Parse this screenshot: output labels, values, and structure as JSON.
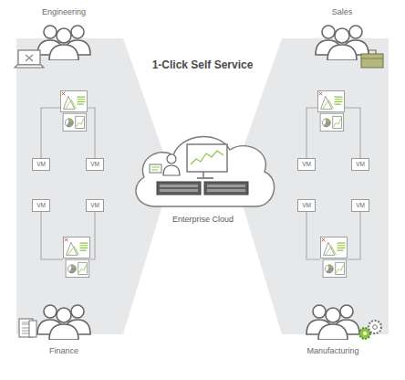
{
  "diagram": {
    "title": "1-Click Self Service",
    "nodes": [
      {
        "text": [
          "Engineering"
        ]
      },
      {
        "text": [
          "Sales"
        ]
      },
      {
        "text": [
          "VM"
        ]
      },
      {
        "text": [
          "VM"
        ]
      },
      {
        "text": [
          "VM"
        ]
      },
      {
        "text": [
          "VM"
        ]
      },
      {
        "text": [
          "Enterprise Cloud"
        ]
      },
      {
        "text": [
          "VM"
        ]
      },
      {
        "text": [
          "VM"
        ]
      },
      {
        "text": [
          "VM"
        ]
      },
      {
        "text": [
          "VM"
        ]
      },
      {
        "text": [
          "Finance"
        ]
      },
      {
        "text": [
          "Manufacturing"
        ]
      }
    ]
  }
}
